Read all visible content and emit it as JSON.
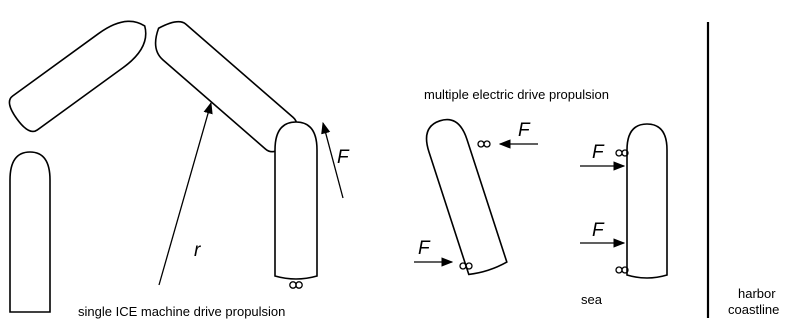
{
  "labels": {
    "single_caption": "single ICE machine drive propulsion",
    "multi_caption": "multiple electric drive propulsion",
    "radius": "r",
    "force": "F",
    "sea": "sea",
    "harbor_line1": "harbor",
    "harbor_line2": "coastline"
  },
  "colors": {
    "ink": "#000000",
    "background": "#ffffff"
  }
}
